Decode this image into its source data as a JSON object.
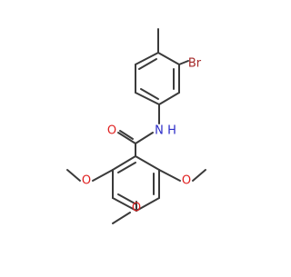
{
  "molecule": {
    "atom_labels": {
      "bromine": "Br",
      "nitrogen": "N",
      "hydrogen": "H",
      "carbonyl_oxygen": "O",
      "methoxy_oxygen_left": "O",
      "methoxy_oxygen_right": "O",
      "methoxy_oxygen_bottom": "O"
    },
    "colors": {
      "bond": "#3a3a3a",
      "carbon": "#3a3a3a",
      "nitrogen": "#2c2cc8",
      "oxygen": "#e02020",
      "bromine": "#a52a2a",
      "background": "#ffffff"
    }
  }
}
